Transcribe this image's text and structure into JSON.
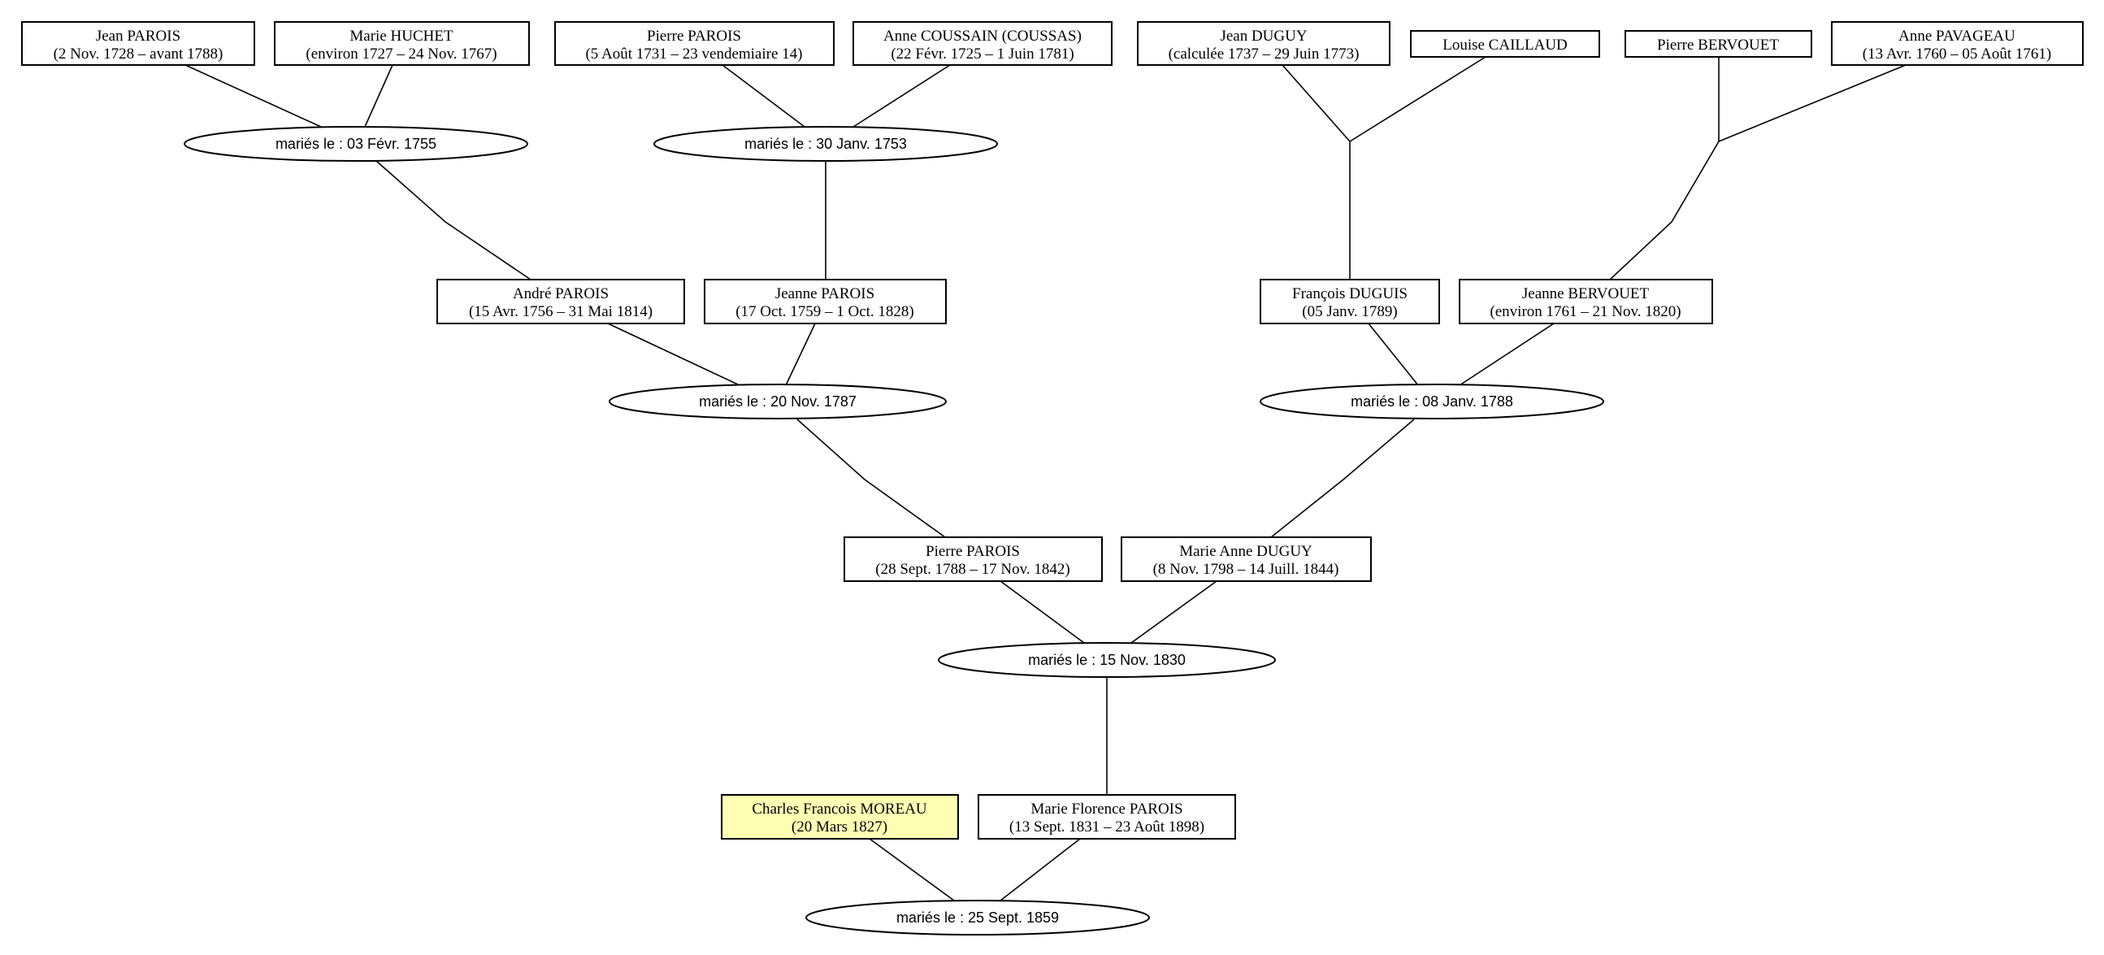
{
  "people": [
    {
      "id": "jean_parois",
      "name": "Jean PAROIS",
      "dates": "(2 Nov. 1728 – avant 1788)"
    },
    {
      "id": "marie_huchet",
      "name": "Marie HUCHET",
      "dates": "(environ 1727 – 24 Nov. 1767)"
    },
    {
      "id": "pierre_parois_1731",
      "name": "Pierre PAROIS",
      "dates": "(5 Août 1731 – 23 vendemiaire 14)"
    },
    {
      "id": "anne_coussain",
      "name": "Anne COUSSAIN (COUSSAS)",
      "dates": "(22 Févr. 1725 – 1 Juin 1781)"
    },
    {
      "id": "jean_duguy",
      "name": "Jean DUGUY",
      "dates": "(calculée 1737 – 29 Juin 1773)"
    },
    {
      "id": "louise_caillaud",
      "name": "Louise CAILLAUD",
      "dates": ""
    },
    {
      "id": "pierre_bervouet",
      "name": "Pierre BERVOUET",
      "dates": ""
    },
    {
      "id": "anne_pavageau",
      "name": "Anne PAVAGEAU",
      "dates": "(13 Avr. 1760 – 05 Août 1761)"
    },
    {
      "id": "andre_parois",
      "name": "André PAROIS",
      "dates": "(15 Avr. 1756 – 31 Mai 1814)"
    },
    {
      "id": "jeanne_parois",
      "name": "Jeanne PAROIS",
      "dates": "(17 Oct. 1759 – 1 Oct. 1828)"
    },
    {
      "id": "francois_duguis",
      "name": "François DUGUIS",
      "dates": "(05 Janv. 1789)"
    },
    {
      "id": "jeanne_bervouet",
      "name": "Jeanne BERVOUET",
      "dates": "(environ 1761 – 21 Nov. 1820)"
    },
    {
      "id": "pierre_parois_1788",
      "name": "Pierre PAROIS",
      "dates": "(28 Sept. 1788 – 17 Nov. 1842)"
    },
    {
      "id": "marie_anne_duguy",
      "name": "Marie Anne DUGUY",
      "dates": "(8 Nov. 1798 – 14 Juill. 1844)"
    },
    {
      "id": "charles_moreau",
      "name": "Charles Francois MOREAU",
      "dates": "(20 Mars 1827)"
    },
    {
      "id": "marie_florence_parois",
      "name": "Marie Florence PAROIS",
      "dates": "(13 Sept. 1831 – 23 Août 1898)"
    }
  ],
  "marriages": [
    {
      "id": "m1755",
      "label": "mariés le : 03 Févr. 1755"
    },
    {
      "id": "m1753",
      "label": "mariés le : 30 Janv. 1753"
    },
    {
      "id": "m1787",
      "label": "mariés le : 20 Nov. 1787"
    },
    {
      "id": "m1788",
      "label": "mariés le : 08 Janv. 1788"
    },
    {
      "id": "m1830",
      "label": "mariés le : 15 Nov. 1830"
    },
    {
      "id": "m1859",
      "label": "mariés le : 25 Sept. 1859"
    }
  ],
  "colors": {
    "highlight": "#ffffb4",
    "line": "#000000",
    "box_border": "#000000"
  }
}
